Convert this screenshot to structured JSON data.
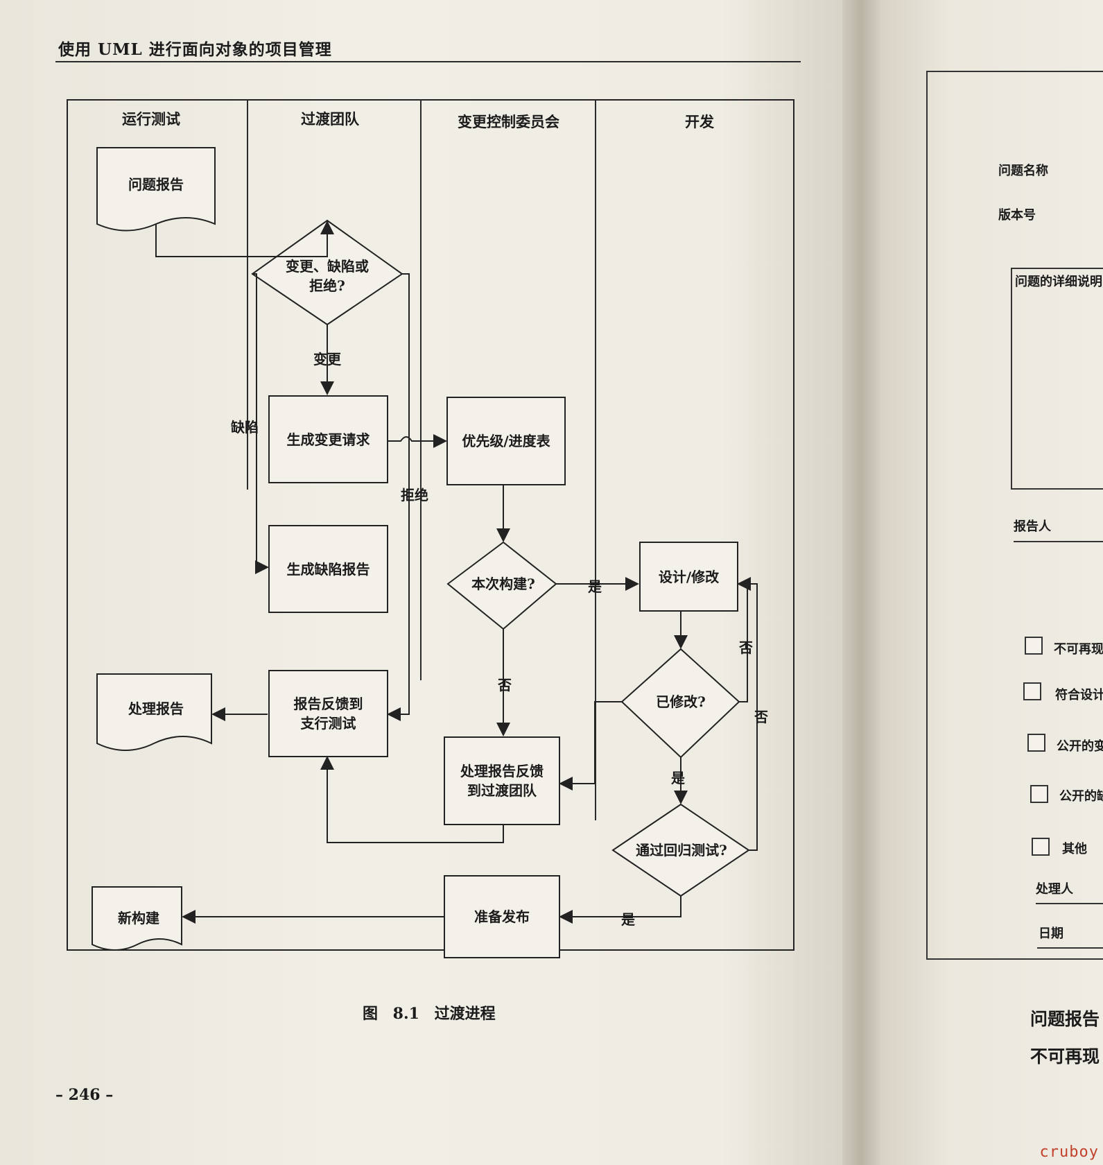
{
  "header": {
    "title": "使用 UML 进行面向对象的项目管理"
  },
  "lanes": [
    "运行测试",
    "过渡团队",
    "变更控制委员会",
    "开发"
  ],
  "nodes": {
    "problem_report": "问题报告",
    "decision_change": "变更、缺陷或\n拒绝?",
    "gen_change_request": "生成变更请求",
    "priority_schedule": "优先级/进度表",
    "gen_defect_report": "生成缺陷报告",
    "decision_this_build": "本次构建?",
    "design_modify": "设计/修改",
    "decision_modified": "已修改?",
    "process_report": "处理报告",
    "report_feedback": "报告反馈到\n支行测试",
    "process_feedback": "处理报告反馈\n到过渡团队",
    "decision_regression": "通过回归测试?",
    "new_build": "新构建",
    "prepare_release": "准备发布"
  },
  "edge_labels": {
    "change": "变更",
    "defect": "缺陷",
    "reject": "拒绝",
    "yes_1": "是",
    "no_1": "否",
    "no_2": "否",
    "no_3": "否",
    "yes_2": "是",
    "yes_3": "是"
  },
  "caption": "图 8.1  过渡进程",
  "page_number": "– 246 –",
  "right_page": {
    "fields": [
      "问题名称",
      "版本号",
      "问题的详细说明",
      "报告人"
    ],
    "checkbox_items": [
      "不可再现",
      "符合设计",
      "公开的变",
      "公开的缺",
      "其他"
    ],
    "lower_fields": [
      "处理人",
      "日期"
    ],
    "footer_lines": [
      "问题报告",
      "不可再现"
    ]
  },
  "watermark": "cruboy"
}
